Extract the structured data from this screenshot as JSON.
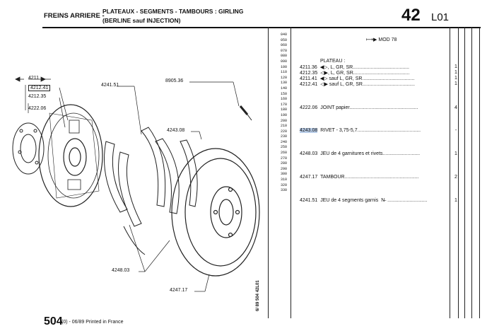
{
  "header": {
    "section": "FREINS ARRIERE -",
    "title_line1": "PLATEAUX - SEGMENTS - TAMBOURS : GIRLING",
    "title_line2": "(BERLINE sauf INJECTION)",
    "page_number": "42",
    "page_code": "L01"
  },
  "line_numbers": [
    "040",
    "050",
    "060",
    "070",
    "080",
    "090",
    "100",
    "110",
    "120",
    "130",
    "140",
    "150",
    "160",
    "170",
    "180",
    "190",
    "200",
    "210",
    "220",
    "230",
    "240",
    "250",
    "260",
    "270",
    "280",
    "290",
    "300",
    "310",
    "320",
    "330"
  ],
  "mod": {
    "icon": "arrow-right-icon",
    "label": "MOD 78"
  },
  "parts_list": {
    "group_label": "PLATEAU :",
    "rows": [
      {
        "ref": "4211.36",
        "desc": "◀▷, L, GR, SR.........................................",
        "qty": "1"
      },
      {
        "ref": "4212.35",
        "desc": "◁▶, L, GR, SR.........................................",
        "qty": "1"
      },
      {
        "ref": "4211.41",
        "desc": "◀▷ sauf L, GR, SR......................................",
        "qty": "1"
      },
      {
        "ref": "4212.41",
        "desc": "◁▶ sauf L, GR, SR......................................",
        "qty": "1"
      },
      {
        "ref": "4222.06",
        "desc": "JOINT papier..................................................",
        "qty": "4"
      },
      {
        "ref": "4243.08",
        "desc": "RIVET - 3,75-5,7..............................................",
        "qty": "-"
      },
      {
        "ref": "4248.03",
        "desc": "JEU de 4 garnitures et rivets...........................",
        "qty": "1"
      },
      {
        "ref": "4247.17",
        "desc": "TAMBOUR......................................................",
        "qty": "2"
      },
      {
        "ref": "4241.51",
        "desc": "JEU de 4 segments garnis  N̶  .............................",
        "qty": "1"
      }
    ]
  },
  "diagram_labels": {
    "l4211": "4211",
    "l4212_41": "4212.41",
    "l4212_35": "4212.35",
    "l4222_06": "4222.06",
    "l4241_51": "4241.51",
    "l8905_36": "8905.36",
    "l4243_08": "4243.08",
    "l4248_03": "4248.03",
    "l4247_17": "4247.17"
  },
  "vertical_code": "6/ 89   504   42L01",
  "footer": {
    "page": "504",
    "text": "(0) - 06/89 Printed in France"
  }
}
